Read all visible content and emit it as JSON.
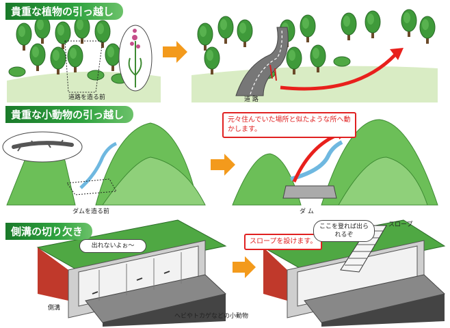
{
  "sections": {
    "plants": {
      "title": "貴重な植物の引っ越し",
      "before_caption": "道路を造る前",
      "after_caption": "道 路"
    },
    "animals": {
      "title": "貴重な小動物の引っ越し",
      "before_caption": "ダムを造る前",
      "after_caption": "ダ ム",
      "callout": "元々住んでいた場所と似たような所へ動かします。"
    },
    "ditch": {
      "title": "側溝の切り欠き",
      "speech_trapped": "出れないよぉ〜",
      "ditch_label": "側溝",
      "animals_label": "ヘビやトカゲなどの小動物",
      "callout": "スロープを設けます。",
      "speech_escape": "ここを登れば出られるぞ",
      "slope_label": "スロープ"
    }
  },
  "colors": {
    "title_green": "#2fa23f",
    "arrow_orange": "#f39a1c",
    "callout_red": "#e02020",
    "tree_green": "#3f9a3a",
    "mountain_green": "#6cbf58",
    "water_blue": "#6fb8e0"
  }
}
